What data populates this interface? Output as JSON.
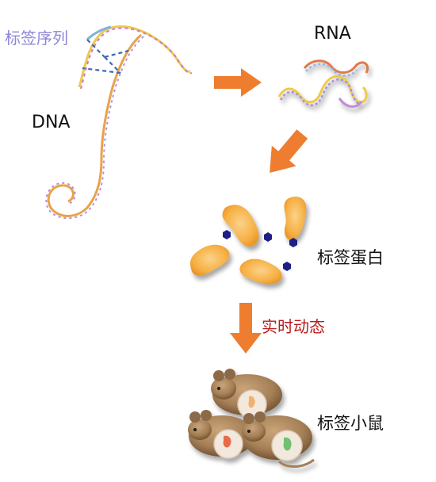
{
  "labels": {
    "tag_sequence": "标签序列",
    "dna": "DNA",
    "rna": "RNA",
    "tagged_protein": "标签蛋白",
    "realtime_dynamics": "实时动态",
    "tagged_mice": "标签小鼠"
  },
  "colors": {
    "arrow": "#ee7d30",
    "tag_label": "#8d86d6",
    "realtime_label": "#b71c1c",
    "text": "#111111",
    "protein": "#f6b043",
    "tag_marker": "#1d1f86",
    "tag_line": "#3f67b3",
    "mouse_fur": "#a57f56",
    "mouse_belly": "#f2e8dc"
  },
  "icons": {
    "dna_strand": "dna-helix-icon",
    "rna_strand": "rna-helix-icon",
    "protein": "protein-blob-icon",
    "mouse": "mouse-icon"
  }
}
